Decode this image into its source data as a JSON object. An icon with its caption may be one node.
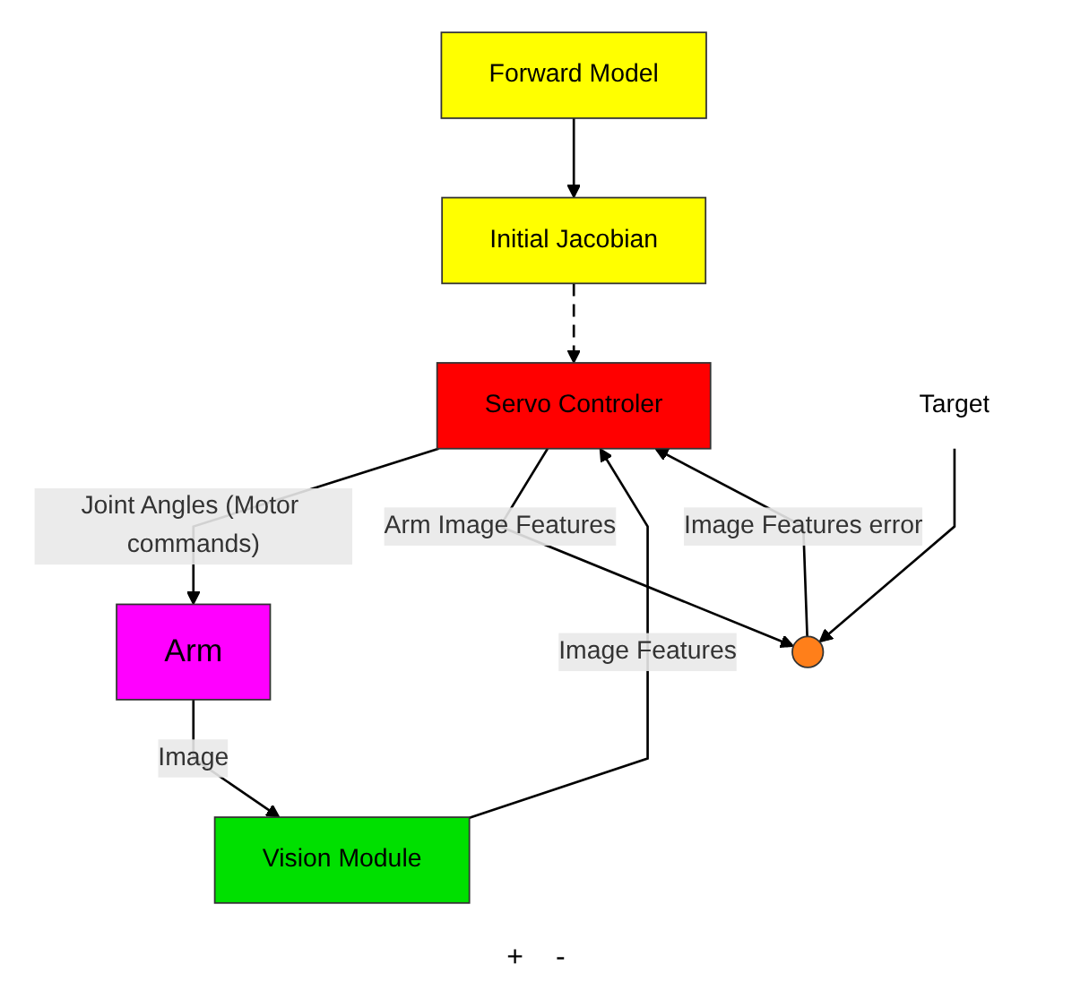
{
  "diagram": {
    "nodes": [
      {
        "text": [
          "Forward Model"
        ]
      },
      {
        "text": [
          "Initial Jacobian"
        ]
      },
      {
        "text": [
          "Arm"
        ]
      },
      {
        "text": [
          "Vision Module"
        ]
      },
      {
        "text": [
          "Servo Controler"
        ]
      },
      {
        "text": [],
        "shape": "circle"
      },
      {
        "text": [
          "Target"
        ]
      }
    ],
    "edges": [
      {
        "from": 0,
        "to": 1,
        "arrow": "to"
      },
      {
        "from": 1,
        "to": 4,
        "arrow": "to",
        "style": "dashed"
      },
      {
        "from": 2,
        "to": 3,
        "arrow": "to",
        "label": "Image"
      },
      {
        "from": 3,
        "to": 4,
        "arrow": "to",
        "label": "Image Features"
      },
      {
        "from": 4,
        "to": 2,
        "arrow": "to",
        "label": "Joint Angles (Motor commands)"
      },
      {
        "from": 4,
        "to": 5,
        "arrow": "to",
        "label": "Arm Image Features"
      },
      {
        "from": 5,
        "to": 4,
        "arrow": "to",
        "label": "Image Features error"
      },
      {
        "from": 6,
        "to": 5,
        "arrow": "to"
      }
    ],
    "labels": [
      "+",
      "-"
    ]
  }
}
